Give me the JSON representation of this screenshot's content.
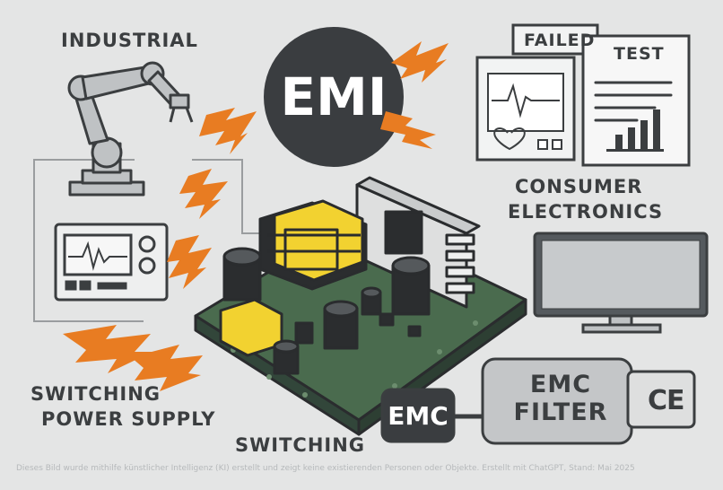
{
  "labels": {
    "industrial": "INDUSTRIAL",
    "consumer_line1": "CONSUMER",
    "consumer_line2": "ELECTRONICS",
    "switching_power_supply_line1": "SWITCHING",
    "switching_power_supply_line2": "POWER SUPPLY",
    "switching": "SWITCHING",
    "emi": "EMI",
    "failed": "FAILED",
    "test": "TEST",
    "emc_badge": "EMC",
    "emc_filter_line1": "EMC",
    "emc_filter_line2": "FILTER",
    "ce_mark": "CE"
  },
  "footer": "Dieses Bild wurde mithilfe künstlicher Intelligenz (KI) erstellt und zeigt keine existierenden Personen oder Objekte. Erstellt mit ChatGPT, Stand: Mai 2025",
  "colors": {
    "background": "#e4e5e5",
    "outline": "#3b3e40",
    "emi_circle": "#3a3d40",
    "lightning": "#e87c22",
    "pcb": "#4a6b4e",
    "transformer": "#f2d230",
    "capacitor": "#2b2d2f"
  },
  "icons": [
    "robot-arm-icon",
    "oscilloscope-icon",
    "monitor-icon",
    "failed-test-report-icon",
    "pcb-board-icon",
    "emc-filter-icon",
    "lightning-icon"
  ]
}
